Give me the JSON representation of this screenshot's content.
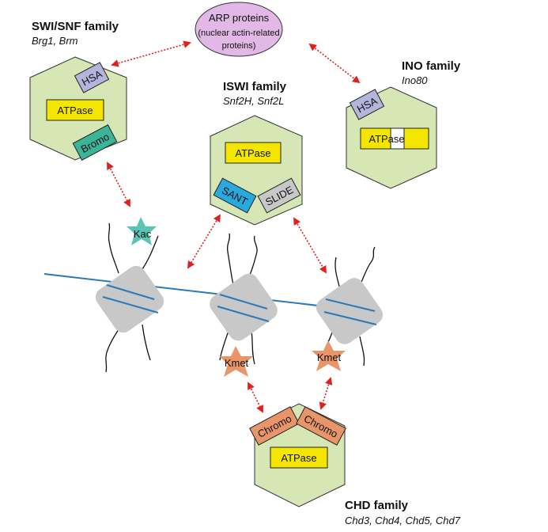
{
  "arp": {
    "line1": "ARP proteins",
    "line2": "(nuclear actin-related",
    "line3": "proteins)"
  },
  "swi_snf": {
    "title": "SWI/SNF family",
    "subtitle": "Brg1, Brm",
    "domains": {
      "hsa": "HSA",
      "atpase": "ATPase",
      "bromo": "Bromo"
    }
  },
  "iswi": {
    "title": "ISWI family",
    "subtitle": "Snf2H, Snf2L",
    "domains": {
      "atpase": "ATPase",
      "sant": "SANT",
      "slide": "SLIDE"
    }
  },
  "ino": {
    "title": "INO family",
    "subtitle": "Ino80",
    "domains": {
      "hsa": "HSA",
      "atpase": "ATPase"
    }
  },
  "chd": {
    "title": "CHD family",
    "subtitle": "Chd3, Chd4, Chd5, Chd7",
    "domains": {
      "chromo1": "Chromo",
      "chromo2": "Chromo",
      "atpase": "ATPase"
    }
  },
  "marks": {
    "kac": "Kac",
    "kmet1": "Kmet",
    "kmet2": "Kmet"
  },
  "colors": {
    "hexagon": "#d6e6b4",
    "atpase": "#f5e600",
    "hsa": "#b4b4dc",
    "bromo": "#3cb49a",
    "sant": "#2aa9e0",
    "slide": "#c8c8c8",
    "chromo": "#e8956a",
    "kac_star": "#5cc4b4",
    "kmet_star": "#e8956a",
    "arp_ellipse": "#e2b8e6",
    "dna": "#2a79b8",
    "nucleosome": "#c8c8c8",
    "arrow": "#e02020"
  }
}
